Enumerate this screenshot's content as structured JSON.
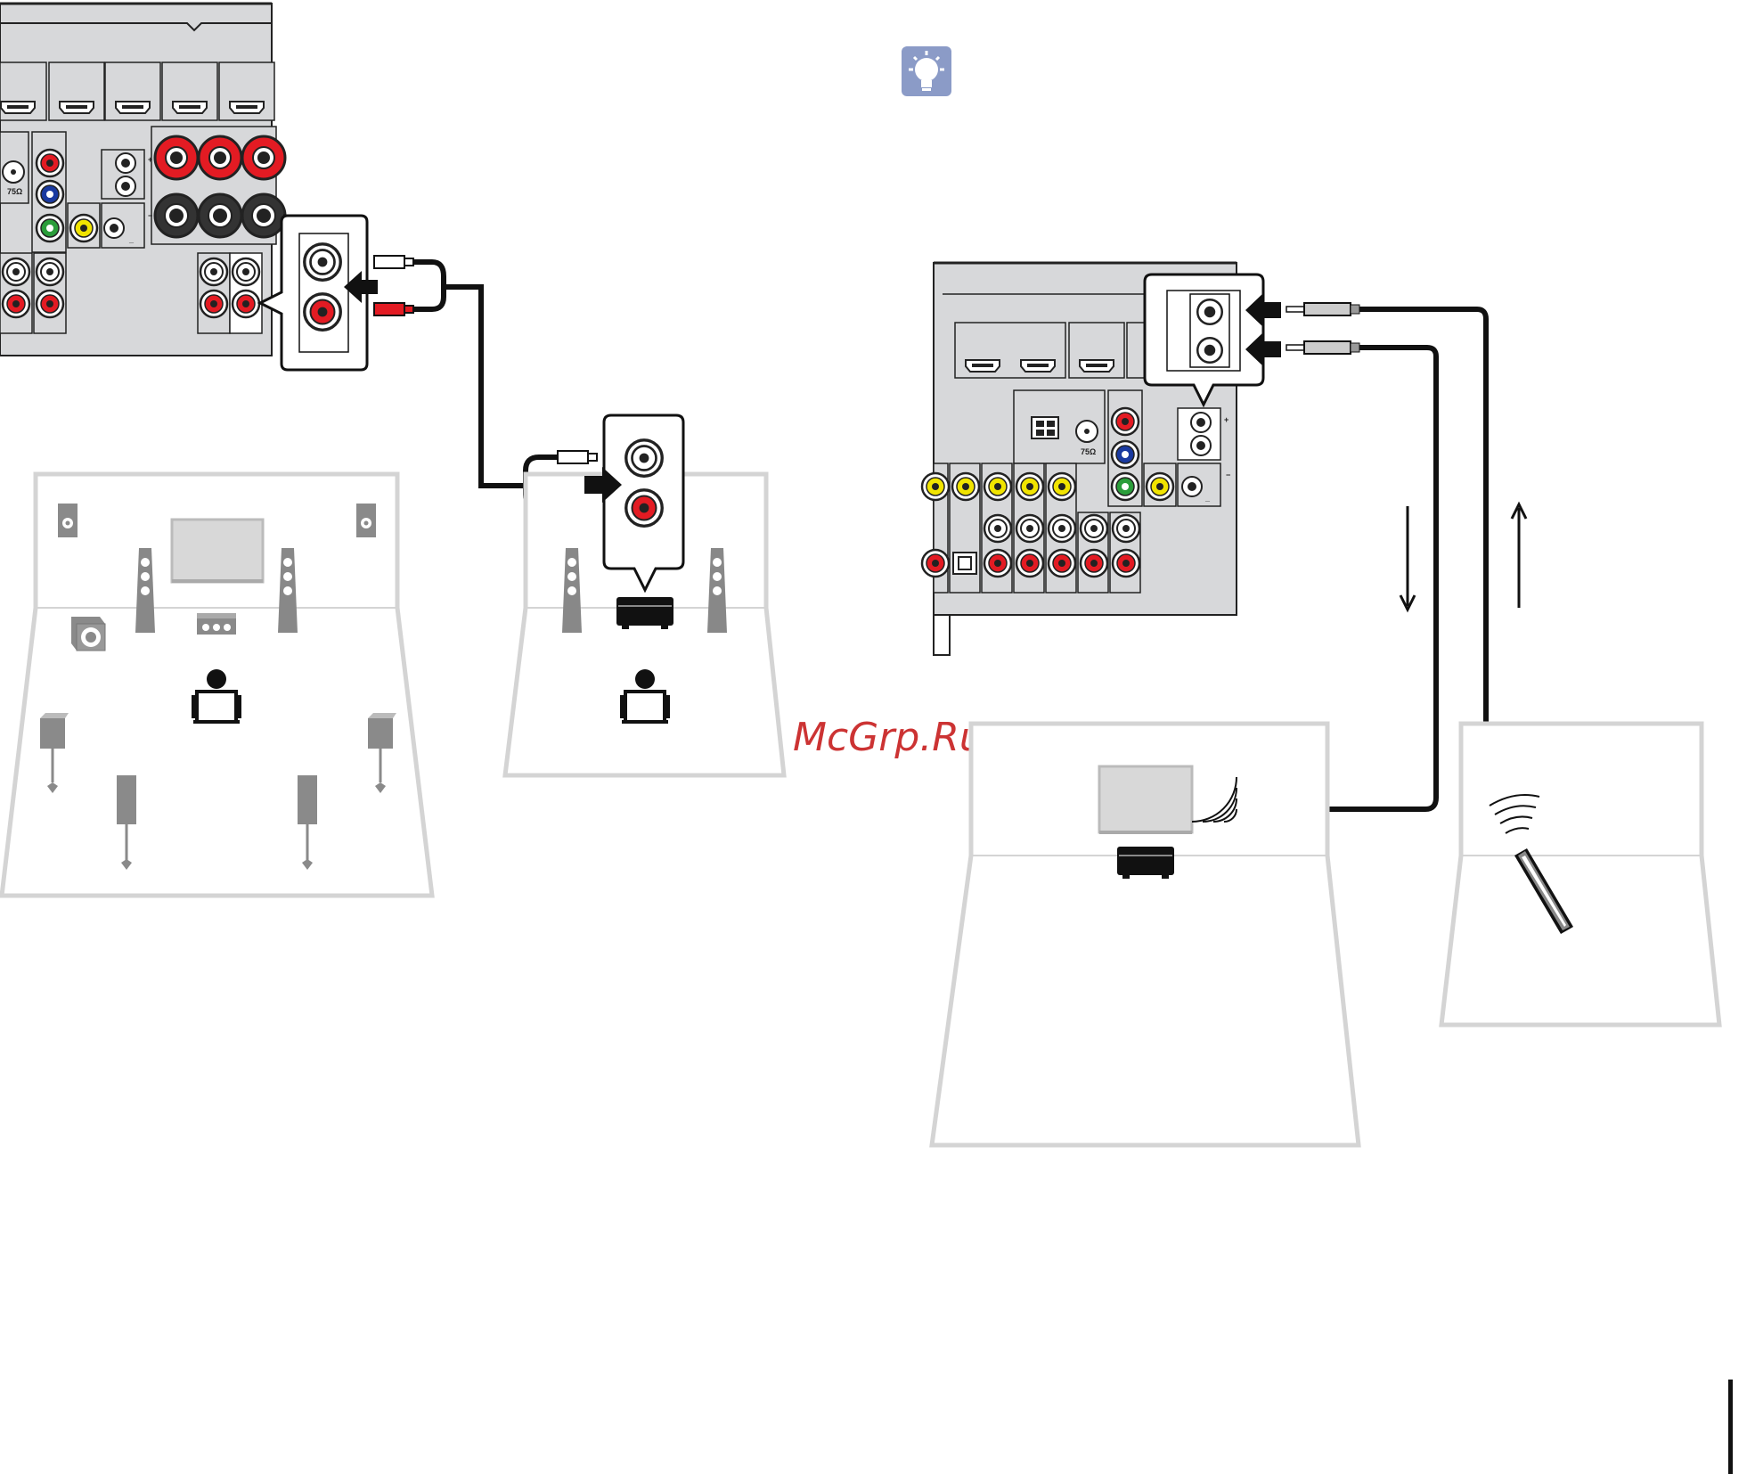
{
  "watermark": "McGrp.Ru",
  "labels": {
    "ohm_left": "75Ω",
    "ohm_right": "75Ω"
  },
  "icons": {
    "tip": "lightbulb-icon",
    "arrow_down": "arrow-down-icon",
    "arrow_up": "arrow-up-icon",
    "remote": "remote-control-icon"
  },
  "colors": {
    "red_jack": "#e31b23",
    "white_jack": "#ffffff",
    "panel_gray": "#d7d8da",
    "room_outline": "#d4d4d4",
    "speaker_gray": "#8a8a8a",
    "tip_icon": "#8b9bc7",
    "component_blue": "#1a3aa0",
    "component_green": "#2a9d3a",
    "video_yellow": "#f1e400"
  }
}
